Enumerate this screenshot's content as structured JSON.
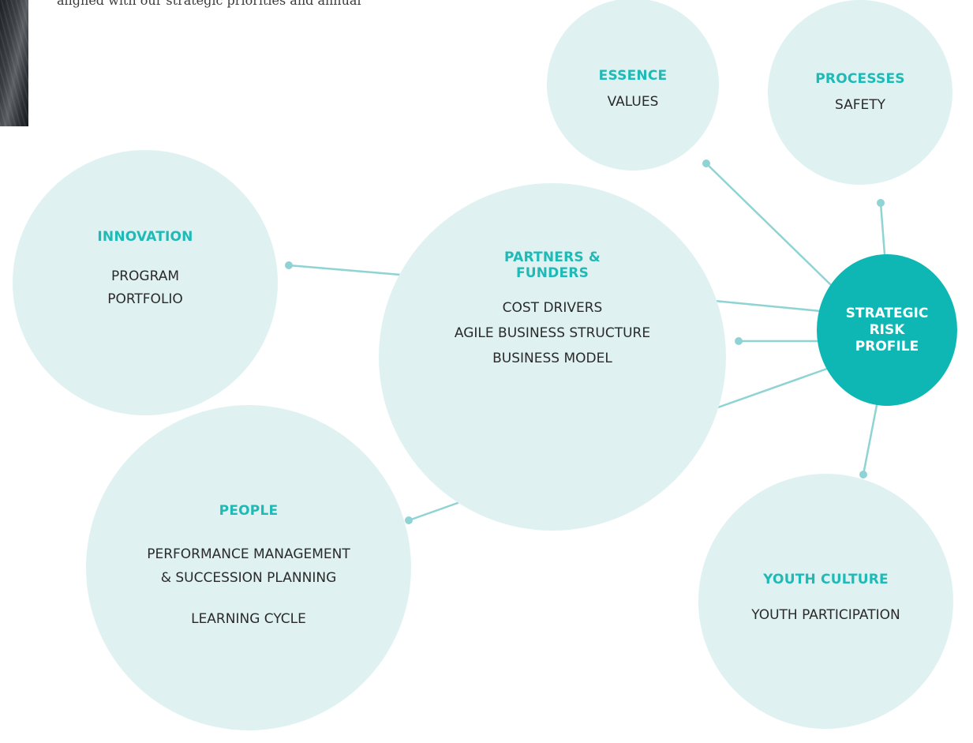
{
  "intro": {
    "text": "aligned with our strategic priorities and annual"
  },
  "hub": {
    "title": "STRATEGIC\nRISK\nPROFILE"
  },
  "bubbles": {
    "essence": {
      "title": "ESSENCE",
      "items": [
        "VALUES"
      ]
    },
    "processes": {
      "title": "PROCESSES",
      "items": [
        "SAFETY"
      ]
    },
    "innovation": {
      "title": "INNOVATION",
      "items": [
        "PROGRAM\nPORTFOLIO"
      ]
    },
    "partners": {
      "title": "PARTNERS &\nFUNDERS",
      "items": [
        "COST DRIVERS",
        "AGILE BUSINESS STRUCTURE",
        "BUSINESS MODEL"
      ]
    },
    "people": {
      "title": "PEOPLE",
      "items": [
        "PERFORMANCE MANAGEMENT\n& SUCCESSION PLANNING",
        "LEARNING CYCLE"
      ]
    },
    "youth": {
      "title": "YOUTH CULTURE",
      "items": [
        "YOUTH PARTICIPATION"
      ]
    }
  },
  "colors": {
    "bubble_fill": "#dff2f1",
    "hub_fill": "#0eb7b4",
    "title_accent": "#1fb9b6",
    "connector": "#8fd3d4"
  }
}
